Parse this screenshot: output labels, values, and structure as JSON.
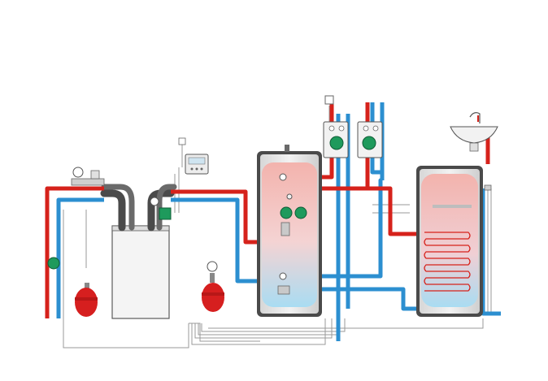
{
  "diagram": {
    "kind": "heating-system-hydraulic-schematic",
    "colors": {
      "supply": "#d6221b",
      "return": "#2c8fd0",
      "wiring": "#9a9a9a",
      "expansion_vessel": "#d61f1f",
      "pump": "#1e9a5c",
      "tank_fill": "#e6e6e6",
      "tank_hot": "#f3b3ad",
      "tank_cold": "#a9dcf2",
      "insulation_pipe": "#4a4a4a"
    },
    "components": [
      {
        "id": "heat-generator",
        "icon": "boiler"
      },
      {
        "id": "buffer-tank",
        "icon": "storage-tank"
      },
      {
        "id": "dhw-tank",
        "icon": "storage-tank-with-coil"
      },
      {
        "id": "controller",
        "icon": "controller"
      },
      {
        "id": "expansion-vessel-left",
        "icon": "expansion-vessel"
      },
      {
        "id": "expansion-vessel-middle",
        "icon": "expansion-vessel"
      },
      {
        "id": "heating-circuit-1",
        "icon": "pump-station"
      },
      {
        "id": "heating-circuit-2",
        "icon": "pump-station"
      },
      {
        "id": "wash-basin",
        "icon": "sink-with-tap"
      },
      {
        "id": "thermostat",
        "icon": "room-thermostat"
      }
    ]
  }
}
